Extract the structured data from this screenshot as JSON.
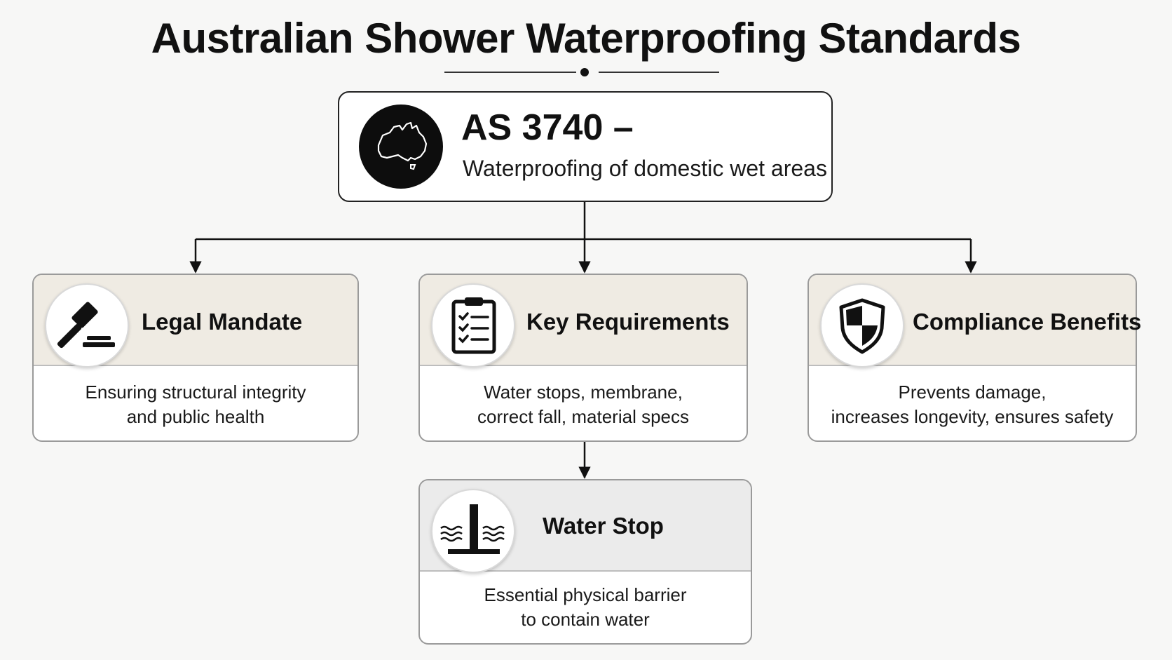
{
  "title": "Australian Shower Waterproofing Standards",
  "main": {
    "code": "AS 3740 –",
    "subtitle": "Waterproofing of domestic wet areas",
    "icon": "australia-map-icon"
  },
  "cards": [
    {
      "title": "Legal Mandate",
      "icon": "gavel-icon",
      "lines": [
        "Ensuring structural integrity",
        "and public health"
      ]
    },
    {
      "title": "Key Requirements",
      "icon": "clipboard-checklist-icon",
      "lines": [
        "Water stops, membrane,",
        "correct fall, material specs"
      ]
    },
    {
      "title": "Compliance Benefits",
      "icon": "shield-icon",
      "lines": [
        "Prevents damage,",
        "increases longevity, ensures safety"
      ]
    },
    {
      "title": "Water Stop",
      "icon": "water-stop-barrier-icon",
      "lines": [
        "Essential physical barrier",
        "to contain water"
      ]
    }
  ],
  "colors": {
    "header_beige": "#efebe3",
    "header_gray": "#ebebeb",
    "line": "#111111"
  }
}
